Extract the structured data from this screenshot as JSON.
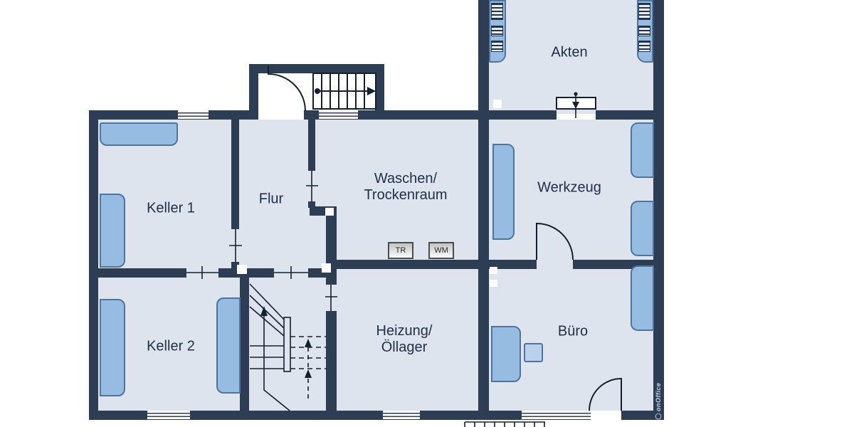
{
  "plan_title": "Kellergeschoss Grundriss (basement floor plan)",
  "colors": {
    "wall": "#2d3e54",
    "floor": "#dde4ee",
    "furniture": "#97bce2",
    "furniture_border": "#4f759f",
    "label_text": "#1e2f49",
    "background": "#ffffff"
  },
  "labels": {
    "keller1": "Keller 1",
    "keller2": "Keller 2",
    "flur": "Flur",
    "waschen_line1": "Waschen/",
    "waschen_line2": "Trockenraum",
    "heizung_line1": "Heizung/",
    "heizung_line2": "Öllager",
    "werkzeug": "Werkzeug",
    "buero": "Büro",
    "akten": "Akten",
    "tr": "TR",
    "wm": "WM",
    "watermark": "onOffice"
  },
  "rooms": [
    {
      "name": "Keller 1",
      "position": "top-left"
    },
    {
      "name": "Keller 2",
      "position": "bottom-left"
    },
    {
      "name": "Flur",
      "position": "top-middle-left"
    },
    {
      "name": "Waschen/Trockenraum",
      "position": "top-middle",
      "appliances": [
        "TR",
        "WM"
      ]
    },
    {
      "name": "Heizung/Öllager",
      "position": "bottom-middle"
    },
    {
      "name": "Werkzeug",
      "position": "middle-right"
    },
    {
      "name": "Büro",
      "position": "bottom-right"
    },
    {
      "name": "Akten",
      "position": "top-right, partially cut off"
    }
  ],
  "features": [
    "entrance vestibule with door and exterior stair with up-arrow at top",
    "winder staircase with dashed upper flight between Keller 2 and Heizung",
    "sliding/automatic door symbol with down arrow into Akten",
    "door arcs: vestibule, Werkzeug-Büro, Büro exterior",
    "windows in outer walls",
    "shelving and cabinets in light blue",
    "exterior steps cut off at bottom edge"
  ]
}
